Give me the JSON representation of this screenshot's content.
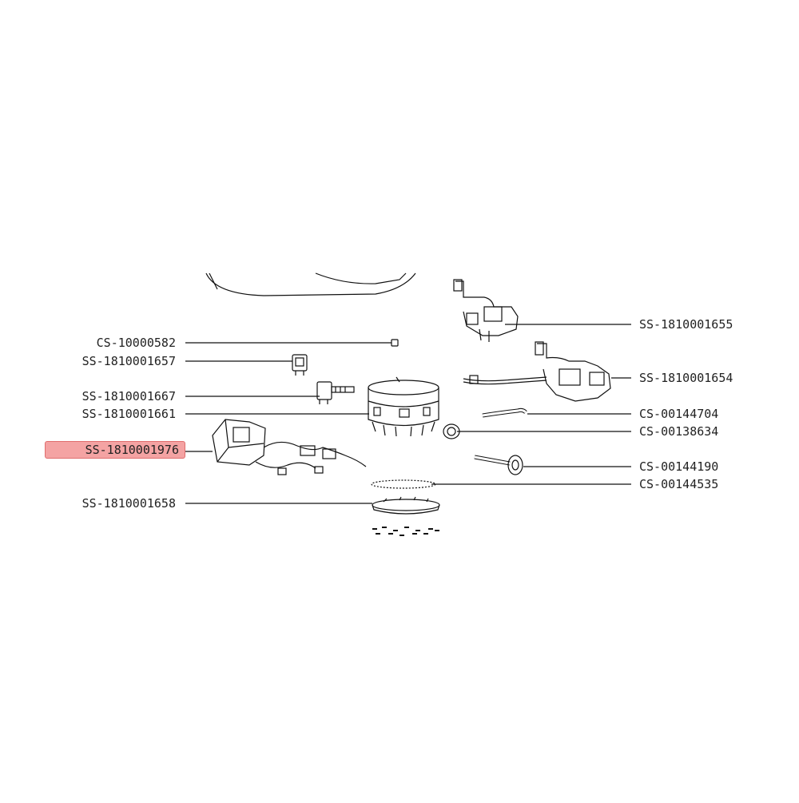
{
  "diagram": {
    "highlight_color": "#f4a3a3",
    "labels_left": [
      {
        "id": "cs-10000582",
        "text": "CS-10000582",
        "highlighted": false
      },
      {
        "id": "ss-1810001657",
        "text": "SS-1810001657",
        "highlighted": false
      },
      {
        "id": "ss-1810001667",
        "text": "SS-1810001667",
        "highlighted": false
      },
      {
        "id": "ss-1810001661",
        "text": "SS-1810001661",
        "highlighted": false
      },
      {
        "id": "ss-1810001976",
        "text": "SS-1810001976",
        "highlighted": true
      },
      {
        "id": "ss-1810001658",
        "text": "SS-1810001658",
        "highlighted": false
      }
    ],
    "labels_right": [
      {
        "id": "ss-1810001655",
        "text": "SS-1810001655"
      },
      {
        "id": "ss-1810001654",
        "text": "SS-1810001654"
      },
      {
        "id": "cs-00144704",
        "text": "CS-00144704"
      },
      {
        "id": "cs-00138634",
        "text": "CS-00138634"
      },
      {
        "id": "cs-00144190",
        "text": "CS-00144190"
      },
      {
        "id": "cs-00144535",
        "text": "CS-00144535"
      }
    ]
  }
}
